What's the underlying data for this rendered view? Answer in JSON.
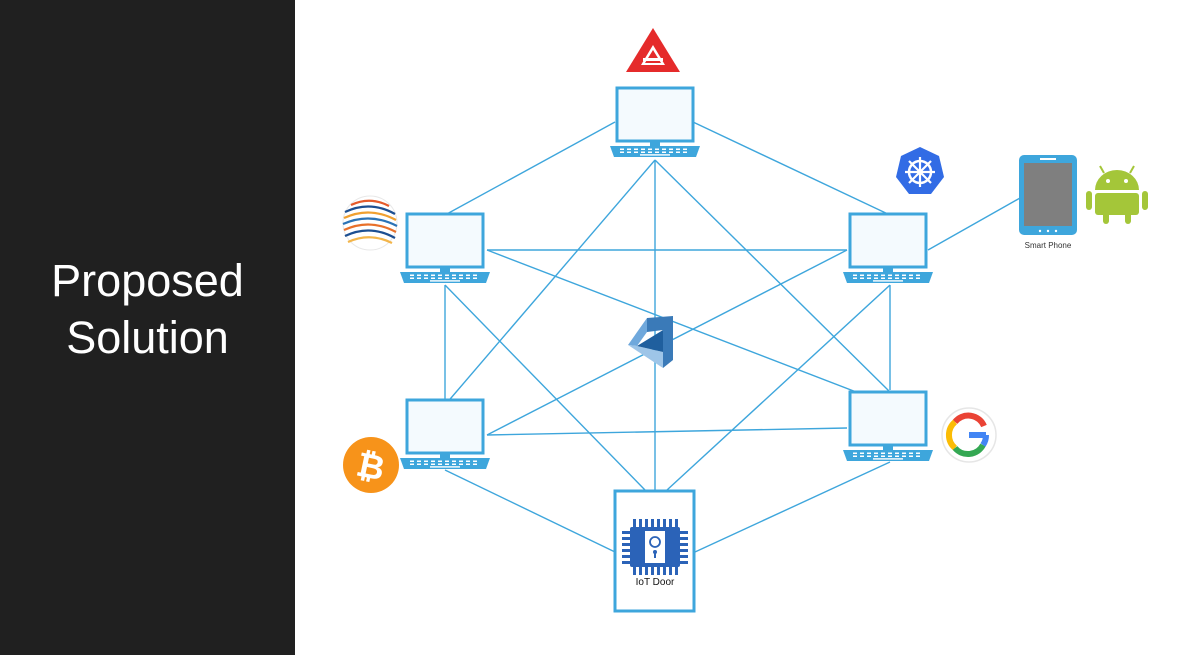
{
  "slide": {
    "title_line1": "Proposed",
    "title_line2": "Solution"
  },
  "diagram": {
    "smartphone_label": "Smart Phone",
    "iot_label": "IoT Door",
    "nodes": [
      {
        "id": "ark-node",
        "icon": "ark-icon"
      },
      {
        "id": "globe-node",
        "icon": "globe-icon"
      },
      {
        "id": "kubernetes-node",
        "icon": "kubernetes-icon"
      },
      {
        "id": "bitcoin-node",
        "icon": "bitcoin-icon"
      },
      {
        "id": "google-node",
        "icon": "google-icon"
      },
      {
        "id": "iot-door",
        "icon": "chip-icon"
      },
      {
        "id": "smartphone",
        "icon": "android-icon"
      },
      {
        "id": "center",
        "icon": "impossible-triangle-icon"
      }
    ]
  },
  "colors": {
    "panel_bg": "#202020",
    "title_text": "#ffffff",
    "line": "#3ea6dc",
    "laptop_screen_fill": "#f4fafe",
    "ark_red": "#e52b2b",
    "kubernetes_blue": "#326ce5",
    "android_green": "#a4c639",
    "bitcoin_orange": "#f7931a",
    "chip_blue": "#2b63b8"
  }
}
